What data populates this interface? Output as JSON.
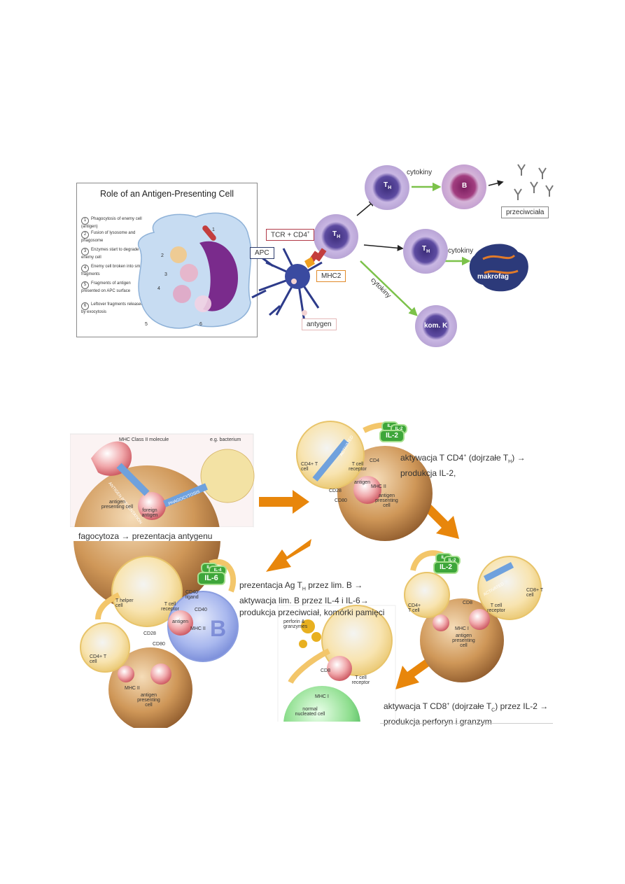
{
  "apc_panel": {
    "title": "Role of an Antigen-Presenting Cell",
    "steps": [
      {
        "n": "1",
        "text": "Phagocytosis of enemy cell (antigen)"
      },
      {
        "n": "2",
        "text": "Fusion of lysosome and phagosome"
      },
      {
        "n": "3",
        "text": "Enzymes start to degrade enemy cell"
      },
      {
        "n": "4",
        "text": "Enemy cell broken into small fragments"
      },
      {
        "n": "5",
        "text": "Fragments of antigen presented on APC surface"
      },
      {
        "n": "6",
        "text": "Leftover fragments released by exocytosis"
      }
    ],
    "markers": [
      "1",
      "2",
      "3",
      "4",
      "5",
      "6"
    ]
  },
  "pathway": {
    "th": "T",
    "th_sub": "H",
    "b": "B",
    "kom_k": "kom. K",
    "makrofag": "makrofag",
    "cytokiny": "cytokiny",
    "przeciwciala": "przeciwciała",
    "tcr": "TCR + CD4",
    "tcr_sup": "+",
    "apc": "APC",
    "mhc2": "MHC2",
    "antygen": "antygen"
  },
  "flow": {
    "phago_panel": {
      "mhc_class_ii": "MHC Class II molecule",
      "bacterium": "e.g. bacterium",
      "antigen_presentation": "ANTIGEN PRESENTATION",
      "phagocytosis": "PHAGOCYTOSIS",
      "apc_label": "antigen presenting cell",
      "foreign_antigen": "foreign antigen"
    },
    "caption_phago": "fagocytoza → prezentacja antygenu",
    "cd4_panel": {
      "cd4_t": "CD4+ T cell",
      "activated": "ACTIVATED",
      "il_small1": "IL-",
      "il_small2": "IL-2",
      "il2": "IL-2",
      "cd4": "CD4",
      "tcr": "T cell receptor",
      "antigen": "antigen",
      "mhc2": "MHC II",
      "cd28": "CD28",
      "cd80": "CD80",
      "apc": "antigen presenting cell"
    },
    "caption_cd4_line1": "aktywacja T CD4",
    "caption_cd4_sup": "+",
    "caption_cd4_mid": " (dojrzałe T",
    "caption_cd4_sub": "H",
    "caption_cd4_end": ") →",
    "caption_cd4_line2": "produkcja IL-2,",
    "b_panel": {
      "il_small1": "IL-",
      "il_small2": "IL-4",
      "il6": "IL-6",
      "t_helper": "T helper cell",
      "tcr": "T cell receptor",
      "cd40_ligand": "CD40 ligand",
      "cd40": "CD40",
      "antigen": "antigen",
      "mhc2": "MHC II",
      "cd28": "CD28",
      "cd80": "CD80",
      "cd4_t": "CD4+ T cell",
      "mhc2_b": "MHC II",
      "apc": "antigen presenting cell",
      "b": "B"
    },
    "caption_b_line1a": "prezentacja Ag  T",
    "caption_b_line1_sub": "H",
    "caption_b_line1b": " przez lim. B →",
    "caption_b_line2": "aktywacja lim. B przez IL-4 i IL-6→",
    "caption_b_line3": "produkcja przeciwciał, komórki pamięci",
    "cd8_panel": {
      "il_small1": "IL-",
      "il_small2": "IL-2",
      "il2": "IL-2",
      "activated": "ACTIVATED",
      "cd8_t": "CD8+ T cell",
      "cd4_t": "CD4+ T cell",
      "cd8": "CD8",
      "tcr": "T cell receptor",
      "mhc1": "MHC I",
      "apc": "antigen presenting cell"
    },
    "killer_panel": {
      "perforin": "perforin & granzymes",
      "cd8": "CD8",
      "tcr": "T cell receptor",
      "mhc1": "MHC I",
      "normal": "normal nucleated cell"
    },
    "caption_cd8_line1a": "aktywacja T CD8",
    "caption_cd8_sup": "+",
    "caption_cd8_mid": " (dojrzałe T",
    "caption_cd8_sub": "C",
    "caption_cd8_end": ") przez IL-2 →",
    "caption_cd8_line2": "produkcja perforyn i granzym"
  },
  "colors": {
    "box_red": "#b23a48",
    "box_navy": "#2b3a6b",
    "box_orange": "#e08a2a",
    "box_pink": "#e5b8b8",
    "green_arrow": "#7cc24a",
    "orange_arrow": "#e8860b",
    "cell_purple": "#b9a6d6",
    "apc_tan": "#c98a4e"
  }
}
